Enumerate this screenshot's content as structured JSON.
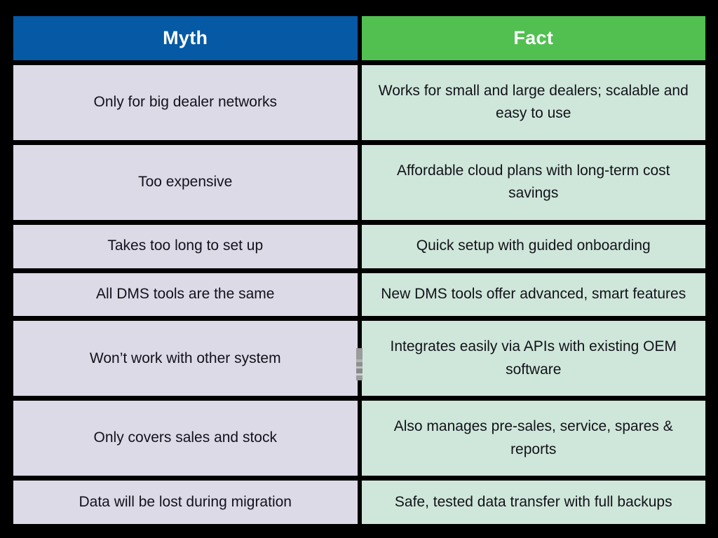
{
  "table": {
    "columns": [
      {
        "key": "myth",
        "label": "Myth",
        "header_bg": "#0559a5",
        "cell_bg": "#dcdae7"
      },
      {
        "key": "fact",
        "label": "Fact",
        "header_bg": "#51c051",
        "cell_bg": "#cfe7da"
      }
    ],
    "rows": [
      {
        "myth": "Only for big dealer networks",
        "fact": "Works for small and large dealers; scalable and easy to use"
      },
      {
        "myth": "Too expensive",
        "fact": "Affordable cloud plans with long-term cost savings"
      },
      {
        "myth": "Takes too long to set up",
        "fact": "Quick setup with guided onboarding"
      },
      {
        "myth": "All DMS tools are the same",
        "fact": "New DMS tools offer advanced, smart features"
      },
      {
        "myth": "Won’t work with other system",
        "fact": "Integrates easily via APIs with existing OEM software"
      },
      {
        "myth": "Only covers sales and stock",
        "fact": "Also manages pre-sales, service, spares & reports"
      },
      {
        "myth": "Data will be lost during migration",
        "fact": "Safe, tested data transfer with full backups"
      }
    ]
  },
  "theme": {
    "page_background": "#000000",
    "header_text_color": "#ffffff",
    "body_text_color": "#12121a"
  }
}
